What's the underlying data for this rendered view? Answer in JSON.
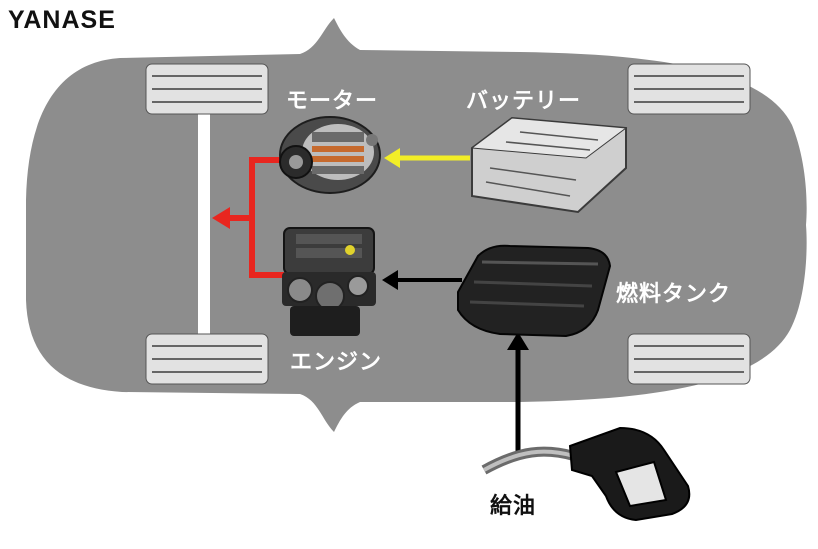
{
  "brand": {
    "logo_text": "YANASE"
  },
  "labels": {
    "motor": "モーター",
    "battery": "バッテリー",
    "engine": "エンジン",
    "fuel_tank": "燃料タンク",
    "refuel": "給油"
  },
  "colors": {
    "car_body": "#8d8d8d",
    "wheel": "#e2e2e2",
    "axle": "#ffffff",
    "electric_flow": "#f2ee27",
    "drive_output": "#e8261f",
    "fuel_flow": "#000000",
    "component": "#2f2f2f"
  },
  "icons": {
    "motor": "alternator-motor-icon",
    "battery": "battery-pack-icon",
    "engine": "engine-block-icon",
    "fuel_tank": "fuel-tank-icon",
    "refuel": "fuel-nozzle-icon"
  }
}
